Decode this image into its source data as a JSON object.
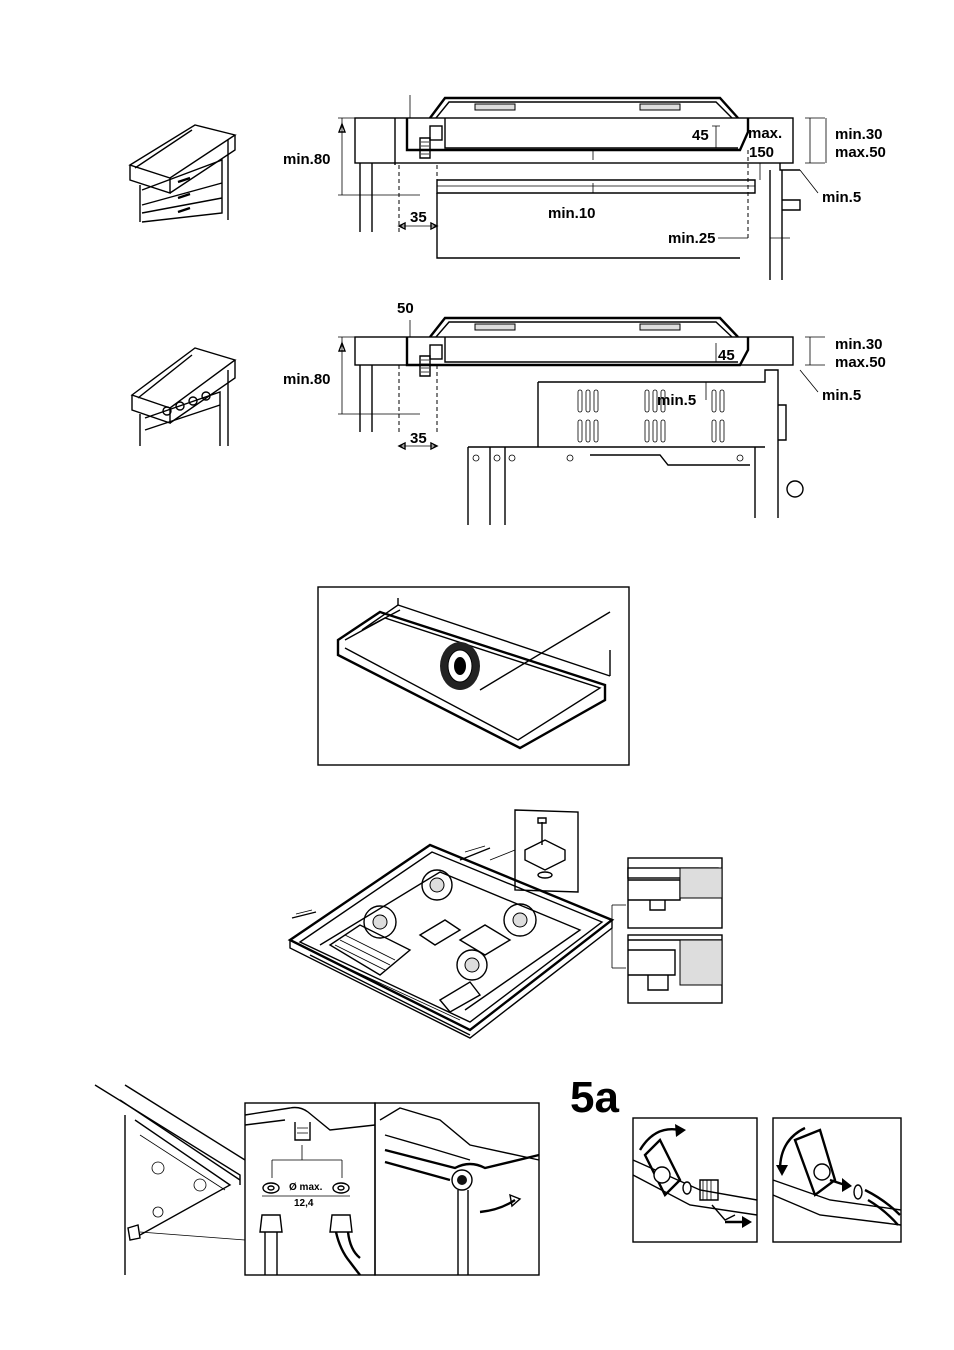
{
  "figure1": {
    "label_min80": "min.80",
    "label_45": "45",
    "label_max": "max.",
    "label_150": "150",
    "label_min30": "min.30",
    "label_max50": "max.50",
    "label_min5": "min.5",
    "label_min10": "min.10",
    "label_35": "35",
    "label_min25": "min.25"
  },
  "figure2": {
    "label_50": "50",
    "label_min80": "min.80",
    "label_45": "45",
    "label_min30": "min.30",
    "label_max50": "max.50",
    "label_min5_right": "min.5",
    "label_min5_inner": "min.5",
    "label_35": "35"
  },
  "figure5": {
    "label_dia_max": "Ø max.",
    "label_dia_value": "12,4"
  },
  "figure5a": {
    "title": "5a"
  }
}
